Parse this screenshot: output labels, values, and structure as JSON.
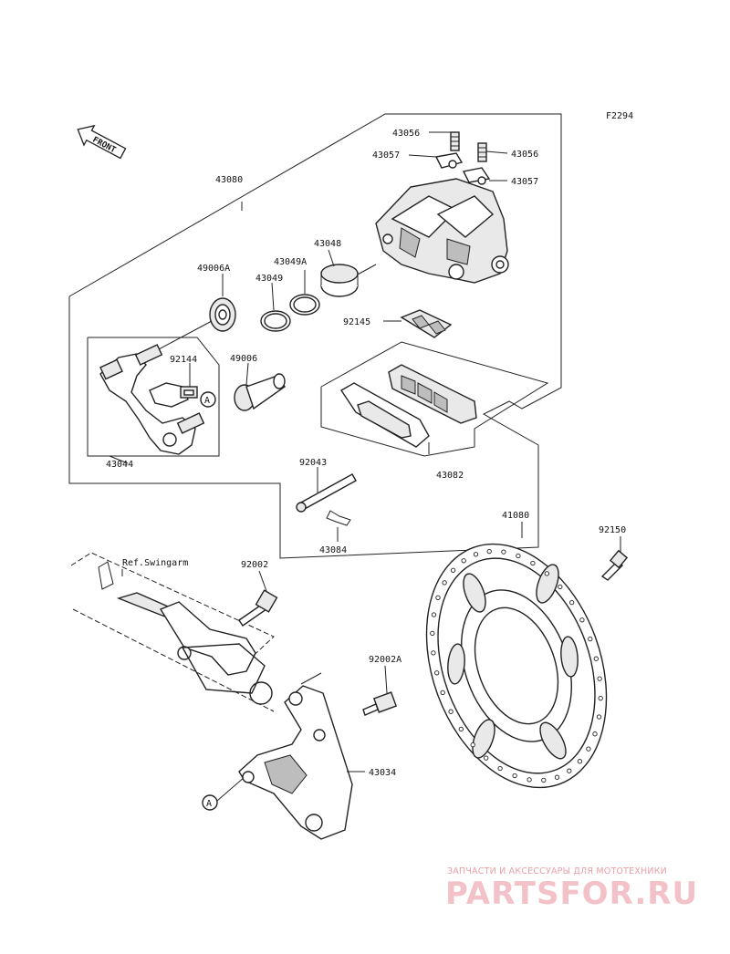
{
  "figure_code": "F2294",
  "front_label": "FRONT",
  "ref_text": "Ref.Swingarm",
  "callout_letter": "A",
  "parts": {
    "p43056a": "43056",
    "p43056b": "43056",
    "p43057a": "43057",
    "p43057b": "43057",
    "p43080": "43080",
    "p43048": "43048",
    "p49006A": "49006A",
    "p43049A": "43049A",
    "p43049": "43049",
    "p92145": "92145",
    "p92144": "92144",
    "p49006": "49006",
    "p43044": "43044",
    "p92043": "92043",
    "p43082": "43082",
    "p43084": "43084",
    "p41080": "41080",
    "p92150": "92150",
    "p92002": "92002",
    "p92002A": "92002A",
    "p43034": "43034"
  },
  "watermark": {
    "subtitle": "ЗАПЧАСТИ И АКСЕССУАРЫ ДЛЯ МОТОТЕХНИКИ",
    "logo": "PARTSFOR.RU"
  }
}
